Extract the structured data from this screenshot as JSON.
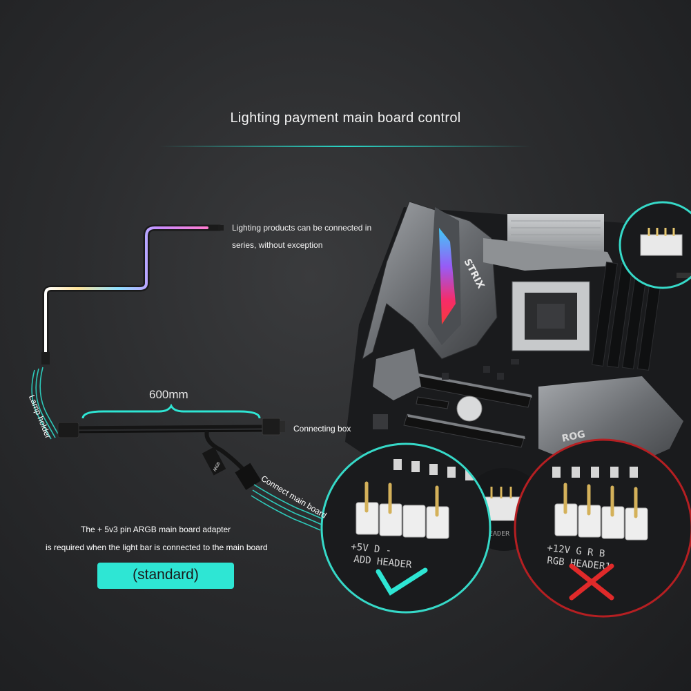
{
  "title": "Lighting payment main board control",
  "series_note": {
    "line1": "Lighting products can be connected in",
    "line2": "series, without exception"
  },
  "cable_length": "600mm",
  "labels": {
    "lamp_holder": "Lamp holder",
    "connecting_box": "Connecting box",
    "connect_main_board": "Connect main board"
  },
  "adapter_note": {
    "line1": "The + 5v3 pin ARGB main board adapter",
    "line2": "is required when the light bar is connected to the main board"
  },
  "standard_badge": "(standard)",
  "board_silkscreen": {
    "brand": "STRIX",
    "correct_header_pins": "+5V  D     -",
    "correct_header_name": "ADD HEADER",
    "wrong_header_pins": "+12V G  R  B",
    "wrong_header_name": "RGB HEADER1",
    "middle_header_name": "HEADER"
  },
  "colors": {
    "accent_teal": "#2ee6d4",
    "wrong_red": "#e02a2a",
    "correct_ring": "#36d9c8",
    "wrong_ring": "#b51f22"
  },
  "icons": {
    "correct": "check-mark-icon",
    "wrong": "cross-mark-icon"
  }
}
